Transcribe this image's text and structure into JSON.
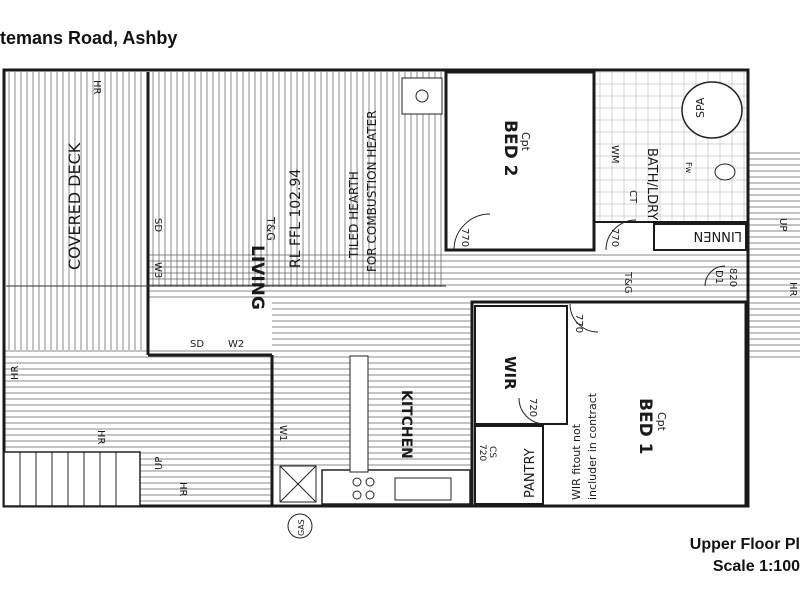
{
  "header": {
    "address": "temans Road, Ashby",
    "plan_title": "Upper Floor Pl",
    "scale": "Scale 1:100"
  },
  "rooms": {
    "covered_deck": "COVERED DECK",
    "living": "LIVING",
    "living_floor": "T&G",
    "rl_ffl": "RL FFL 102.94",
    "hearth_1": "TILED HEARTH",
    "hearth_2": "FOR COMBUSTION HEATER",
    "bed2": "BED 2",
    "bed2_floor": "Cpt",
    "bed1": "BED 1",
    "bed1_floor": "Cpt",
    "bath_laundry": "BATH/LDRY",
    "spa": "SPA",
    "linnen": "LINNEN",
    "wir": "WIR",
    "wir_note_1": "WIR fitout not",
    "wir_note_2": "includer in contract",
    "kitchen": "KITCHEN",
    "pantry": "PANTRY"
  },
  "annotations": {
    "hr": "HR",
    "sd": "SD",
    "w3": "W3",
    "w2": "W2",
    "w1": "W1",
    "tg": "T&G",
    "d770": "770",
    "d720": "720",
    "d820": "820",
    "cs": "CS",
    "ct": "CT",
    "wm": "WM",
    "up": "UP",
    "gas": "GAS",
    "d1": "D1",
    "fw": "Fw"
  }
}
